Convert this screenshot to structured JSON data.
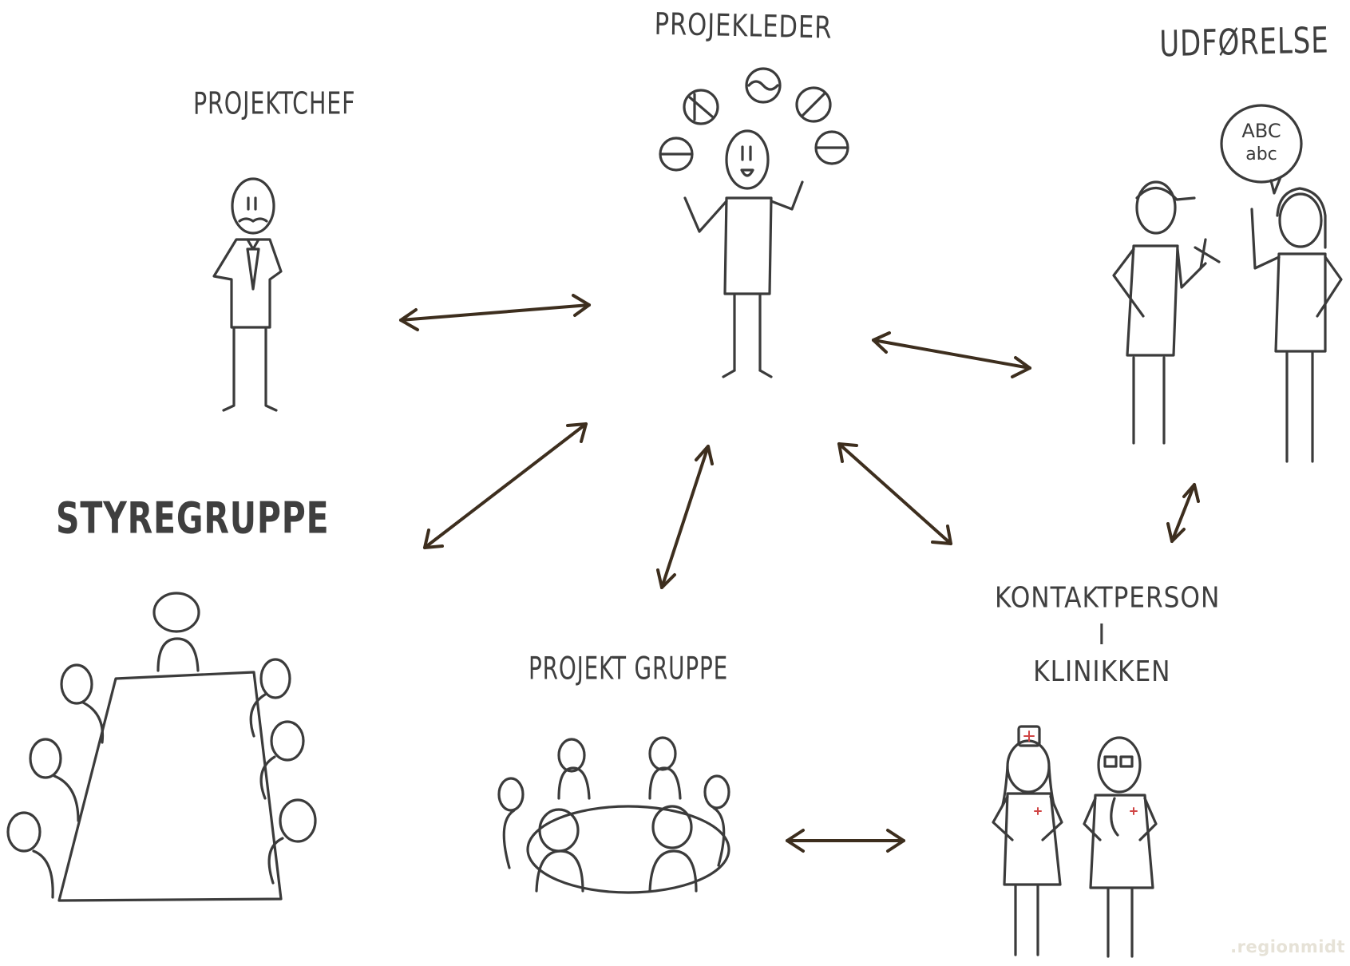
{
  "labels": {
    "projektchef": "PROJEKTCHEF",
    "projekleder": "PROJEKLEDER",
    "udforelse": "UDFØRELSE",
    "styregruppe": "STYREGRUPPE",
    "projektgruppe": "PROJEKT GRUPPE",
    "kontaktperson_line1": "KONTAKTPERSON",
    "kontaktperson_line2": "I",
    "kontaktperson_line3": "KLINIKKEN"
  },
  "speech_bubble": {
    "line1": "ABC",
    "line2": "abc"
  },
  "watermark": ".regionmidt",
  "colors": {
    "arrow": "#3d2e1e",
    "sketch": "#3b3b3b",
    "label": "#3f3f3f",
    "watermark": "#e6e2d7"
  }
}
